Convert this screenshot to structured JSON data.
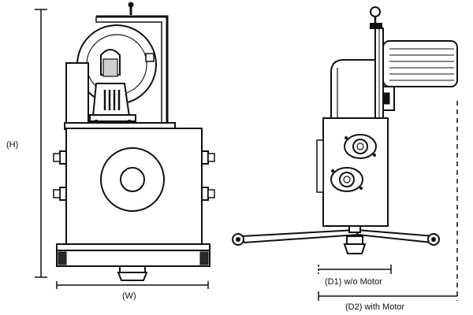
{
  "labels": {
    "height": "(H)",
    "width": "(W)",
    "depth_without_motor": "(D1) w/o Motor",
    "depth_with_motor": "(D2) with Motor"
  },
  "colors": {
    "ink": "#111111",
    "shade": "#cfcfcf",
    "dark": "#2a2a2a",
    "paper": "#ffffff"
  }
}
